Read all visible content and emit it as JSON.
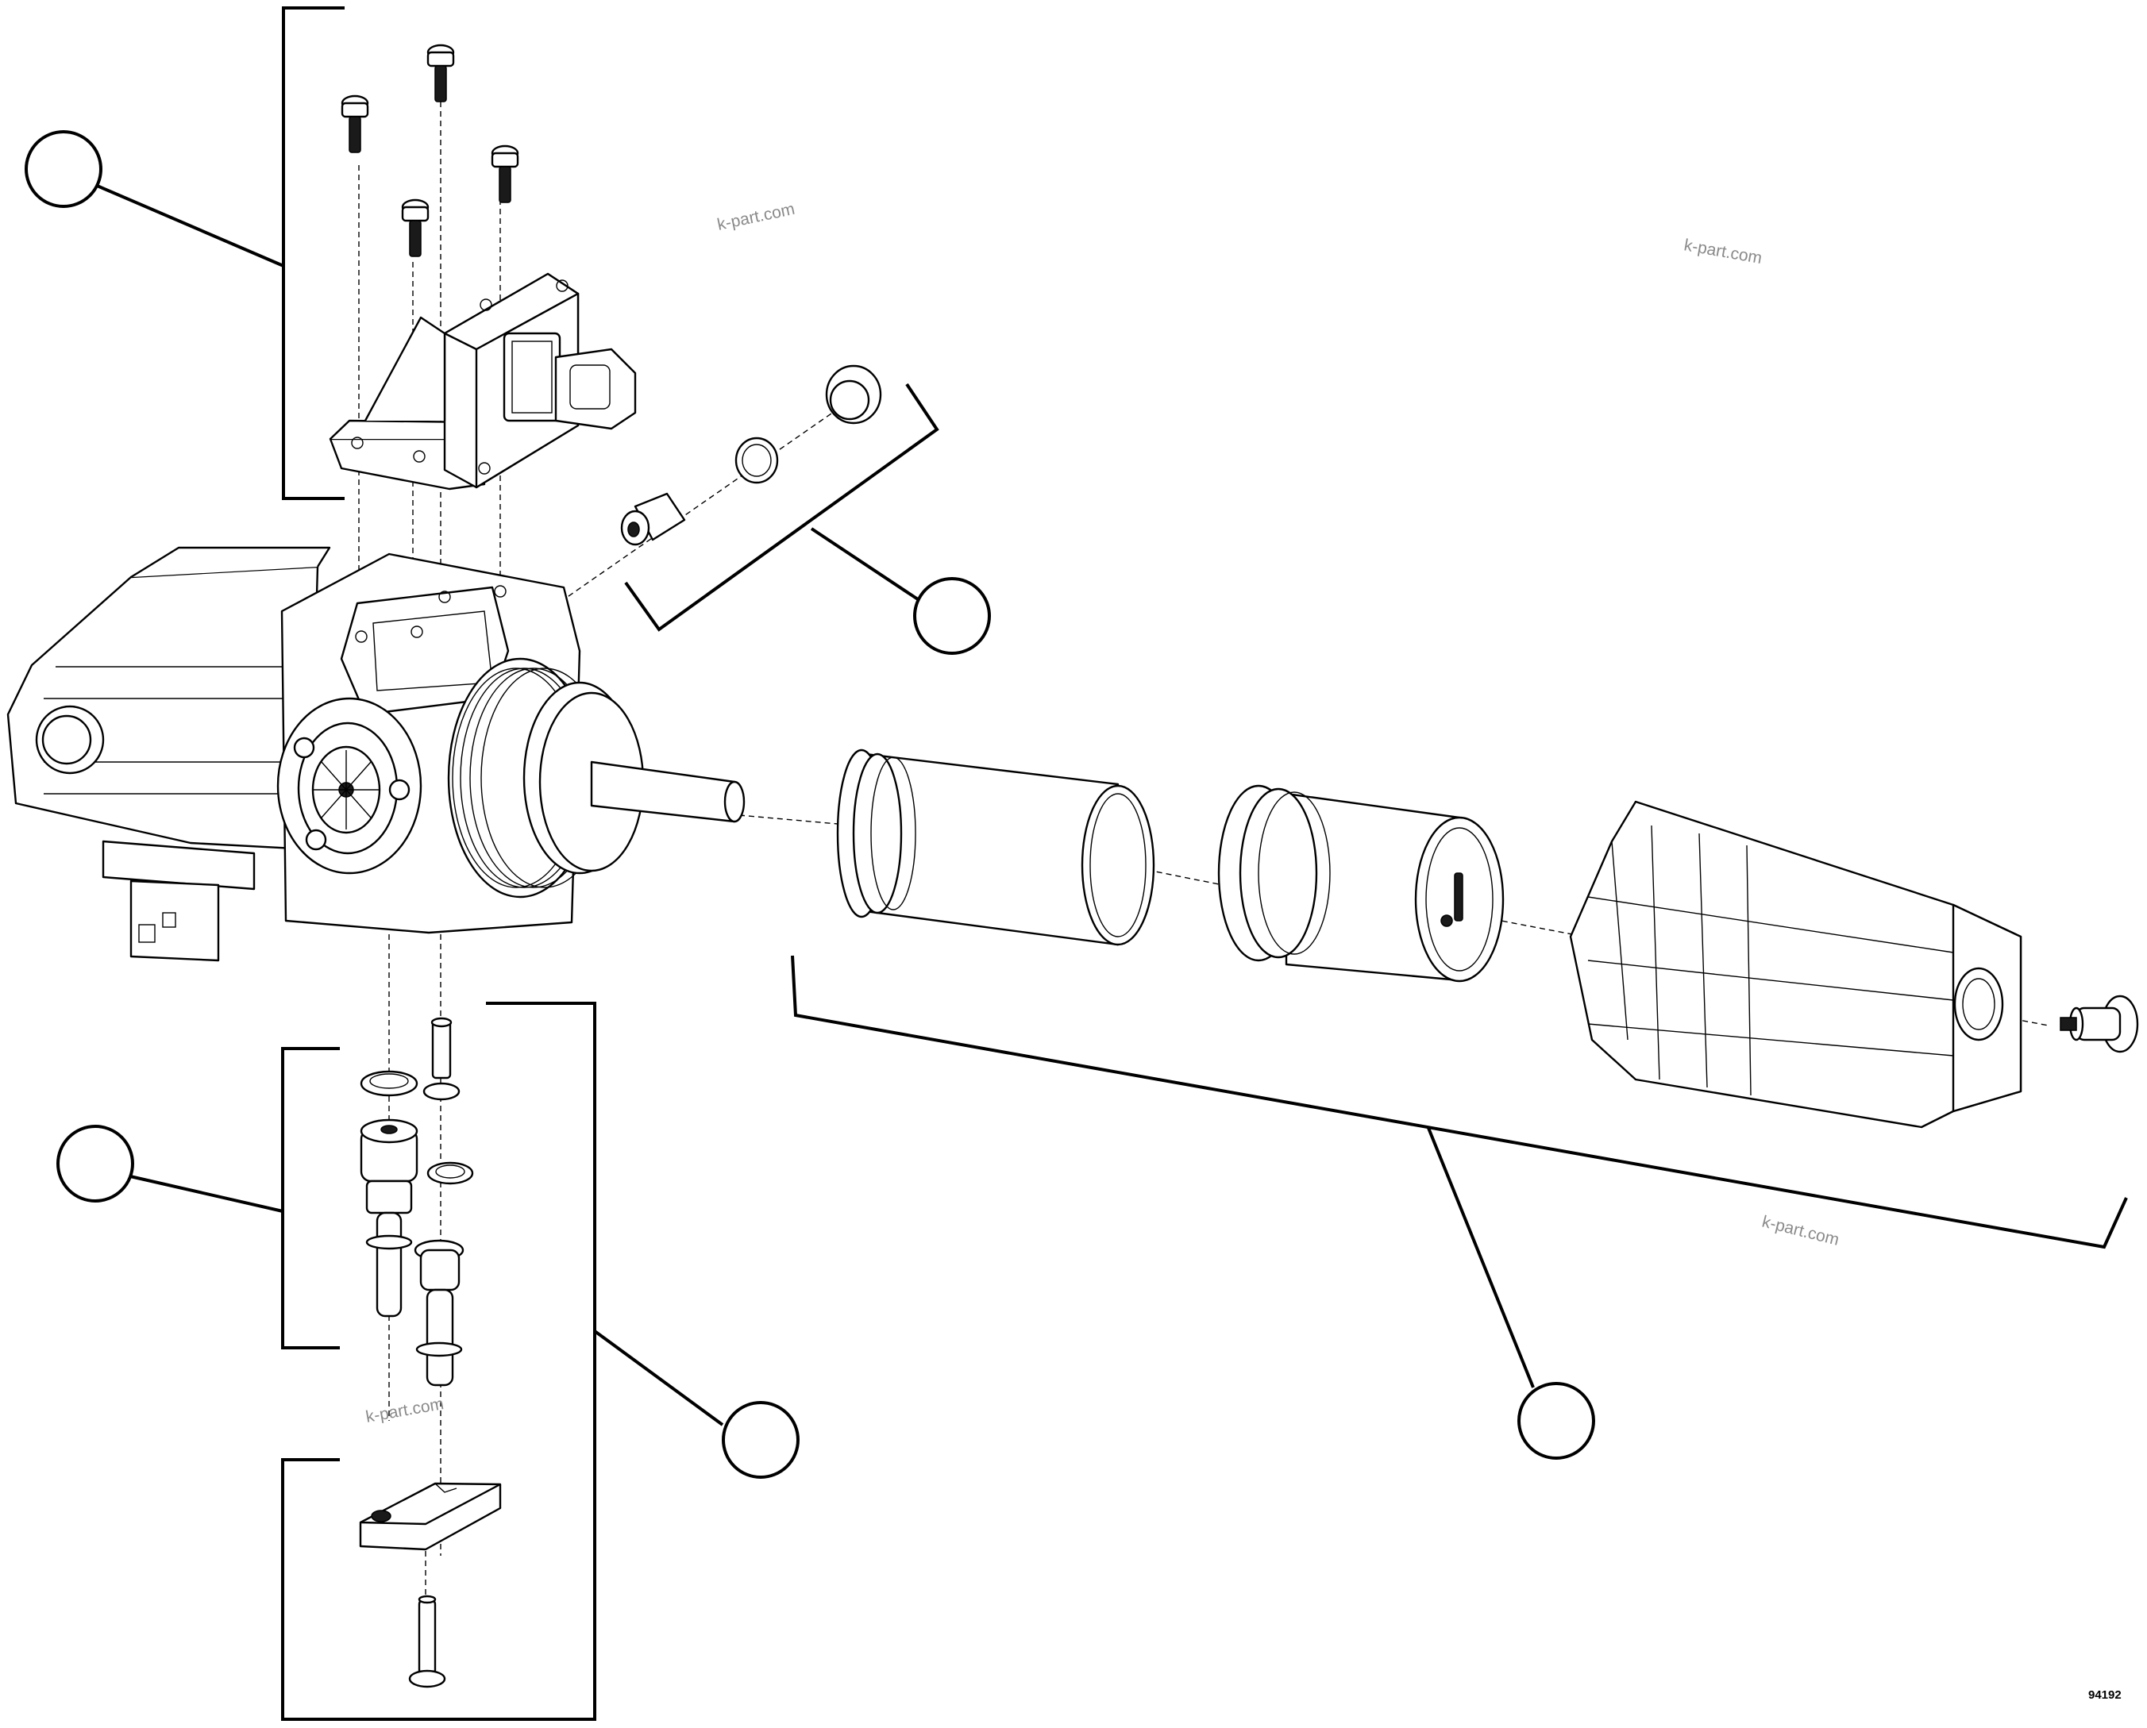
{
  "figure_number": "94192",
  "watermark": "k-part.com",
  "callouts": [
    {
      "id": "callout-1",
      "label": ""
    },
    {
      "id": "callout-2",
      "label": ""
    },
    {
      "id": "callout-3",
      "label": ""
    },
    {
      "id": "callout-4",
      "label": ""
    },
    {
      "id": "callout-5",
      "label": ""
    }
  ]
}
